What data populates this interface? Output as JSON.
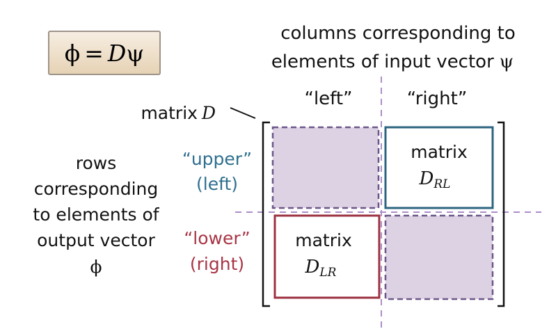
{
  "equation": {
    "lhs": "ϕ",
    "equals": "=",
    "matrix_symbol": "D",
    "vector_symbol": "ψ"
  },
  "columns_caption": {
    "line1": "columns corresponding to",
    "line2_text": "elements of input vector",
    "line2_symbol": "ψ"
  },
  "column_labels": {
    "left": "“left”",
    "right": "“right”"
  },
  "matrix_label": {
    "text": "matrix",
    "symbol": "D"
  },
  "row_labels": {
    "upper_line1": "“upper”",
    "upper_line2": "(left)",
    "lower_line1": "“lower”",
    "lower_line2": "(right)"
  },
  "rows_caption": {
    "lines": [
      "rows",
      "corresponding",
      "to elements of",
      "output vector"
    ],
    "symbol": "ϕ"
  },
  "blocks": {
    "rl": {
      "text": "matrix",
      "symbol": "D",
      "subscript": "RL"
    },
    "lr": {
      "text": "matrix",
      "symbol": "D",
      "subscript": "LR"
    }
  },
  "colors": {
    "upper": "#2e6f8e",
    "lower": "#a83545",
    "rl_border": "#2c6480",
    "lr_border": "#9c3040",
    "dashed_block": "#6b5688",
    "dashed_fill": "#ddd2e4",
    "divider": "#ab8cc8",
    "eq_box": "#ecdcc4",
    "eq_box_border": "#9d9388"
  }
}
